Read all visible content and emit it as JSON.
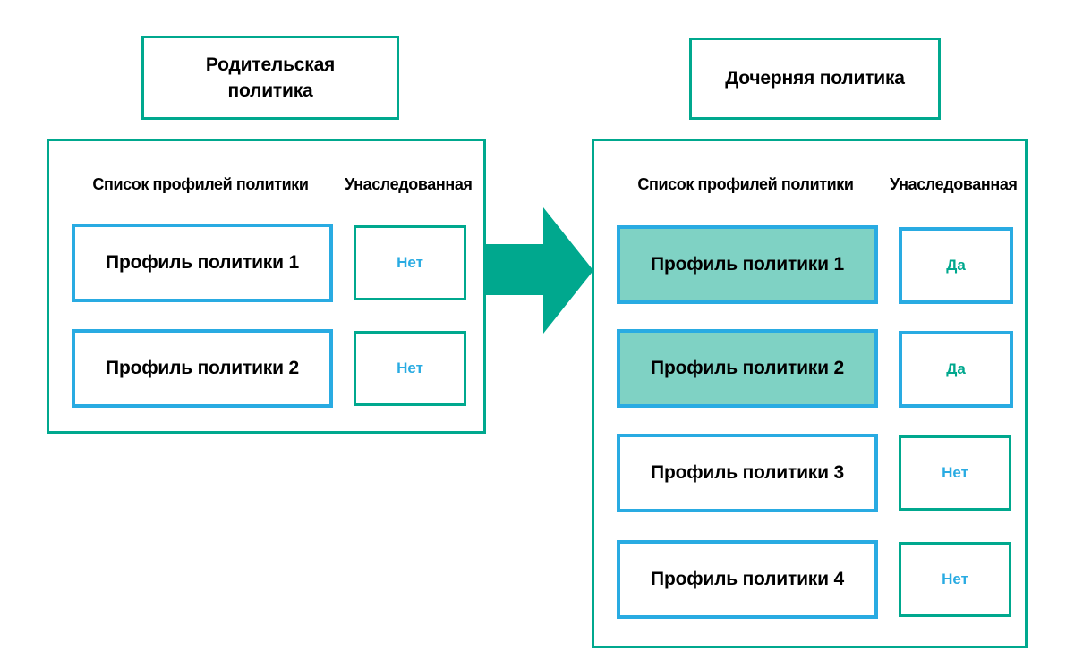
{
  "colors": {
    "teal": "#00A88E",
    "blue": "#29ABE2",
    "highlight_fill": "#7FD2C4",
    "text": "#000000"
  },
  "parent_policy": {
    "title": "Родительская\nполитика",
    "columns": {
      "profiles": "Список профилей политики",
      "inherited": "Унаследованная"
    },
    "rows": [
      {
        "profile": "Профиль политики 1",
        "inherited": "Нет",
        "highlighted": false
      },
      {
        "profile": "Профиль политики 2",
        "inherited": "Нет",
        "highlighted": false
      }
    ]
  },
  "child_policy": {
    "title": "Дочерняя политика",
    "columns": {
      "profiles": "Список профилей политики",
      "inherited": "Унаследованная"
    },
    "rows": [
      {
        "profile": "Профиль политики 1",
        "inherited": "Да",
        "highlighted": true
      },
      {
        "profile": "Профиль политики 2",
        "inherited": "Да",
        "highlighted": true
      },
      {
        "profile": "Профиль политики 3",
        "inherited": "Нет",
        "highlighted": false
      },
      {
        "profile": "Профиль политики 4",
        "inherited": "Нет",
        "highlighted": false
      }
    ]
  },
  "arrow": {
    "icon": "arrow-right"
  }
}
